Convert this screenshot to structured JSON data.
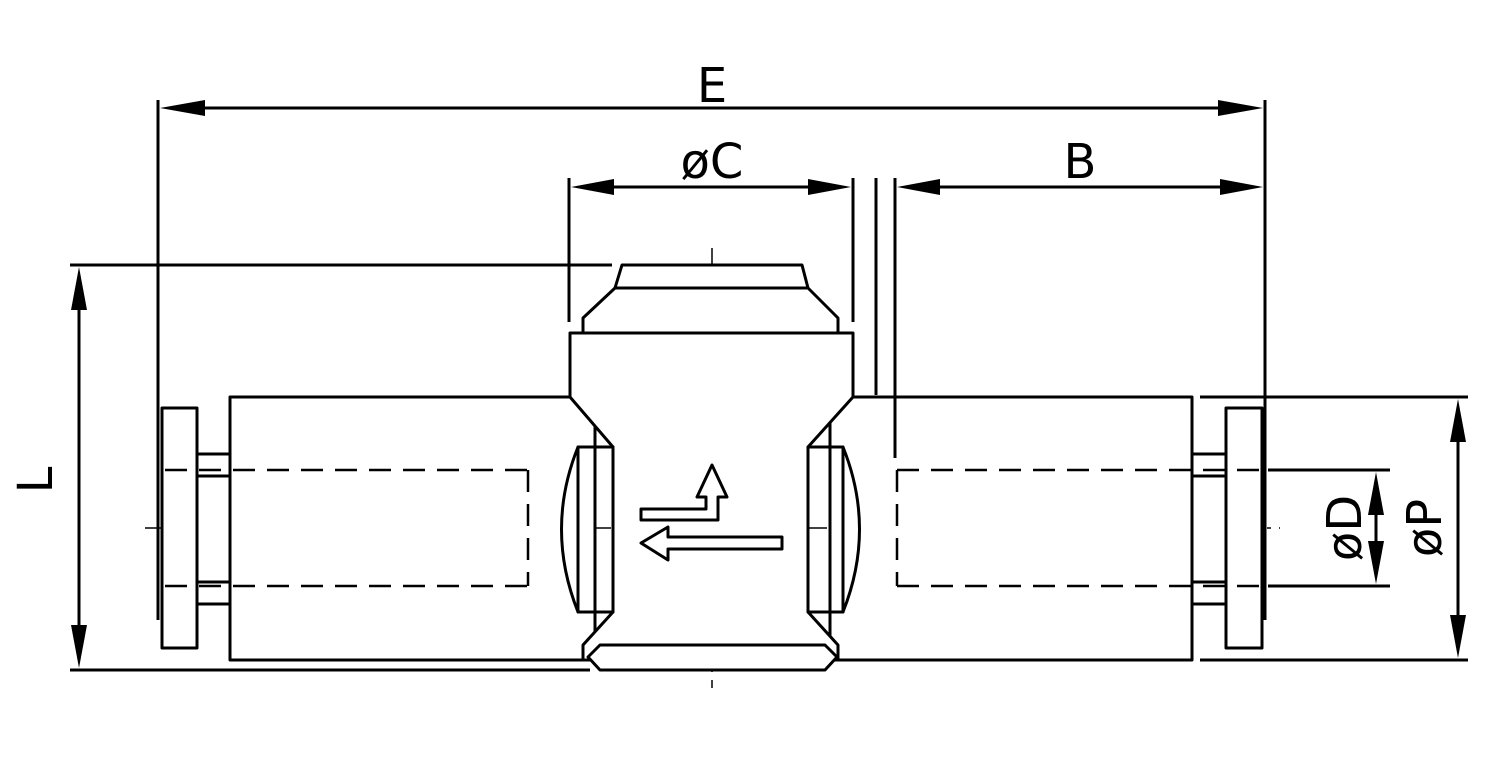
{
  "diagram": {
    "dimension_labels": {
      "overall_length": "E",
      "center_diameter": "øC",
      "side_length": "B",
      "height": "L",
      "bore_diameter": "øD",
      "flange_diameter": "øP"
    },
    "colors": {
      "line": "#000000",
      "background": "#ffffff"
    }
  }
}
